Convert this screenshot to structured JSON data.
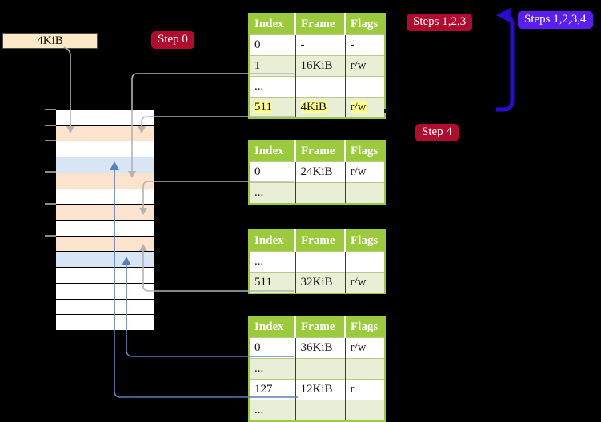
{
  "colors": {
    "wheat": "#fbe9c7",
    "crimson": "#b00c2e",
    "violet": "#5a1ef2",
    "table_green": "#9bcb3c",
    "row_green": "#e8efd6",
    "highlight": "#ffff8c",
    "gray_line": "#b3b3b3",
    "steel_line": "#5b7fba",
    "arrow_blue": "#2b0bd3",
    "mem_white": "#ffffff",
    "mem_peach": "#fbe3cd",
    "mem_blue": "#d8e5f4"
  },
  "frame_size_label": "4KiB",
  "badges": {
    "step0": {
      "label": "Step 0"
    },
    "steps123": {
      "label": "Steps 1,2,3"
    },
    "steps1234": {
      "label": "Steps 1,2,3,4"
    },
    "step4": {
      "label": "Step 4"
    }
  },
  "table_col_widths": [
    58,
    62,
    50
  ],
  "tables": [
    {
      "id": "level-top",
      "headers": [
        "Index",
        "Frame",
        "Flags"
      ],
      "rows": [
        {
          "cells": [
            "0",
            "-",
            "-"
          ],
          "shade": false,
          "highlight": false
        },
        {
          "cells": [
            "1",
            "16KiB",
            "r/w"
          ],
          "shade": true,
          "highlight": false
        },
        {
          "cells": [
            "...",
            "",
            ""
          ],
          "shade": false,
          "highlight": false
        },
        {
          "cells": [
            "511",
            "4KiB",
            "r/w"
          ],
          "shade": true,
          "highlight": true
        }
      ]
    },
    {
      "id": "level-mid-a",
      "headers": [
        "Index",
        "Frame",
        "Flags"
      ],
      "rows": [
        {
          "cells": [
            "0",
            "24KiB",
            "r/w"
          ],
          "shade": false,
          "highlight": false
        },
        {
          "cells": [
            "...",
            "",
            ""
          ],
          "shade": true,
          "highlight": false
        }
      ]
    },
    {
      "id": "level-mid-b",
      "headers": [
        "Index",
        "Frame",
        "Flags"
      ],
      "rows": [
        {
          "cells": [
            "...",
            "",
            ""
          ],
          "shade": false,
          "highlight": false
        },
        {
          "cells": [
            "511",
            "32KiB",
            "r/w"
          ],
          "shade": true,
          "highlight": false
        }
      ]
    },
    {
      "id": "level-bottom",
      "headers": [
        "Index",
        "Frame",
        "Flags"
      ],
      "rows": [
        {
          "cells": [
            "0",
            "36KiB",
            "r/w"
          ],
          "shade": false,
          "highlight": false
        },
        {
          "cells": [
            "...",
            "",
            ""
          ],
          "shade": true,
          "highlight": false
        },
        {
          "cells": [
            "127",
            "12KiB",
            "r"
          ],
          "shade": false,
          "highlight": false
        },
        {
          "cells": [
            "...",
            "",
            ""
          ],
          "shade": true,
          "highlight": false
        }
      ]
    }
  ],
  "memory": {
    "rows": [
      "mem_white",
      "mem_peach",
      "mem_white",
      "mem_blue",
      "mem_peach",
      "mem_white",
      "mem_peach",
      "mem_white",
      "mem_peach",
      "mem_blue",
      "mem_white",
      "mem_white",
      "mem_white",
      "mem_white"
    ],
    "tick_ys": [
      136,
      156,
      175,
      214,
      254,
      294
    ]
  }
}
